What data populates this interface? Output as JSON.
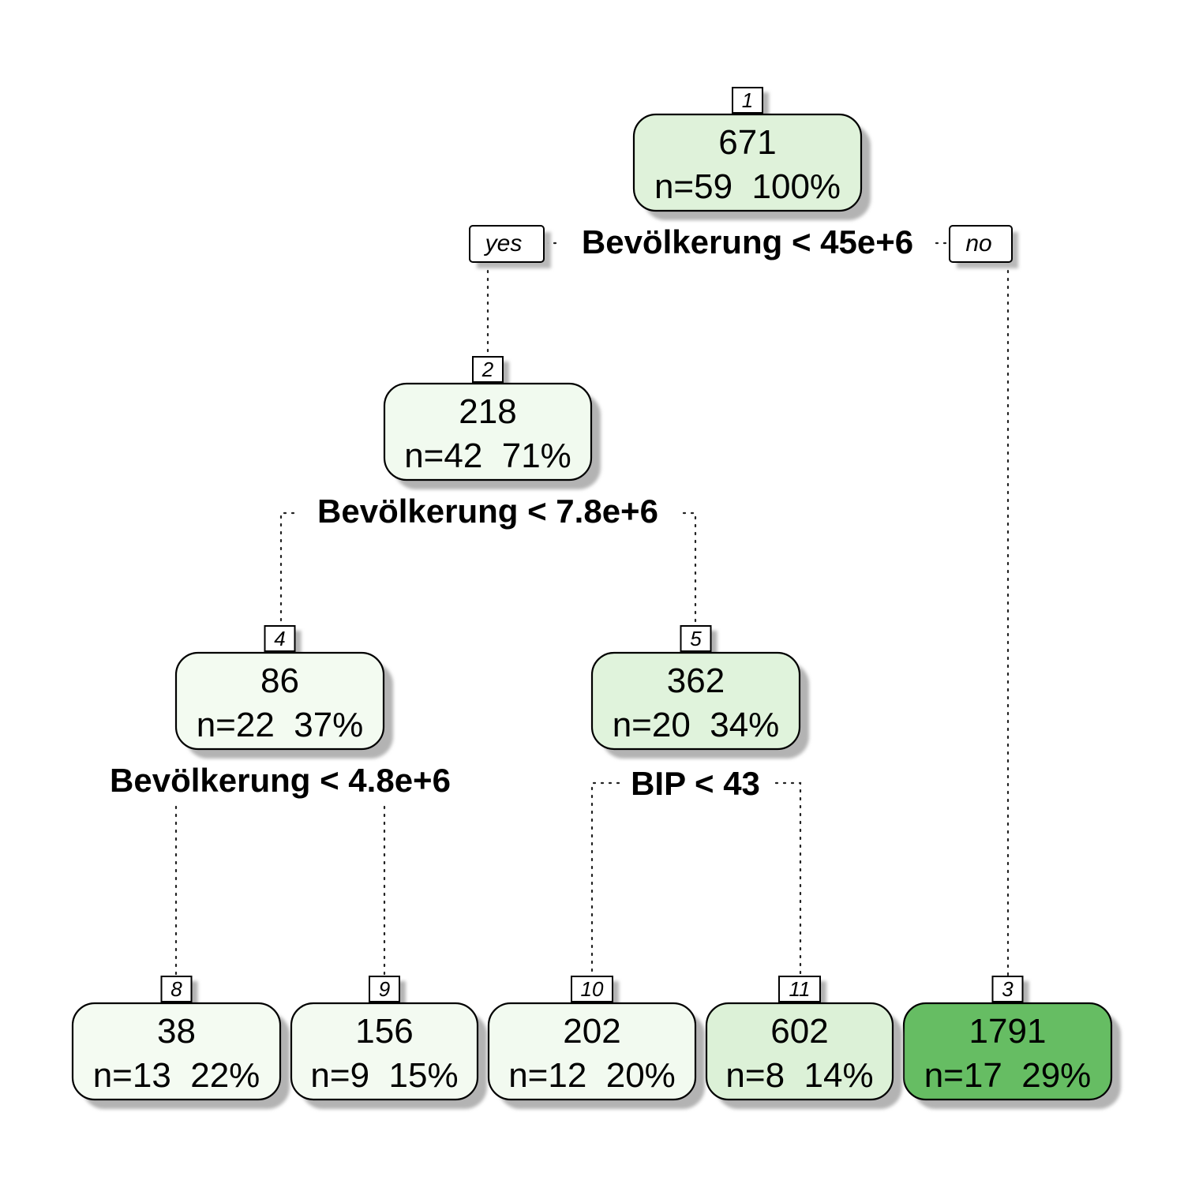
{
  "tree": {
    "nodes": [
      {
        "id": "1",
        "number_label": "1",
        "value": "671",
        "stats": "n=59  100%",
        "fill": "#dff2da"
      },
      {
        "id": "2",
        "number_label": "2",
        "value": "218",
        "stats": "n=42  71%",
        "fill": "#f1faef"
      },
      {
        "id": "3",
        "number_label": "3",
        "value": "1791",
        "stats": "n=17  29%",
        "fill": "#66bd63"
      },
      {
        "id": "4",
        "number_label": "4",
        "value": "86",
        "stats": "n=22  37%",
        "fill": "#f3fbf1"
      },
      {
        "id": "5",
        "number_label": "5",
        "value": "362",
        "stats": "n=20  34%",
        "fill": "#e0f3dc"
      },
      {
        "id": "8",
        "number_label": "8",
        "value": "38",
        "stats": "n=13  22%",
        "fill": "#f4fbf2"
      },
      {
        "id": "9",
        "number_label": "9",
        "value": "156",
        "stats": "n=9  15%",
        "fill": "#f3faf1"
      },
      {
        "id": "10",
        "number_label": "10",
        "value": "202",
        "stats": "n=12  20%",
        "fill": "#f2faf0"
      },
      {
        "id": "11",
        "number_label": "11",
        "value": "602",
        "stats": "n=8  14%",
        "fill": "#dcf1d7"
      }
    ],
    "splits": [
      {
        "node": "1",
        "label": "Bevölkerung < 45e+6"
      },
      {
        "node": "2",
        "label": "Bevölkerung < 7.8e+6"
      },
      {
        "node": "4",
        "label": "Bevölkerung < 4.8e+6"
      },
      {
        "node": "5",
        "label": "BIP < 43"
      }
    ],
    "branch_labels": {
      "yes": "yes",
      "no": "no"
    }
  }
}
